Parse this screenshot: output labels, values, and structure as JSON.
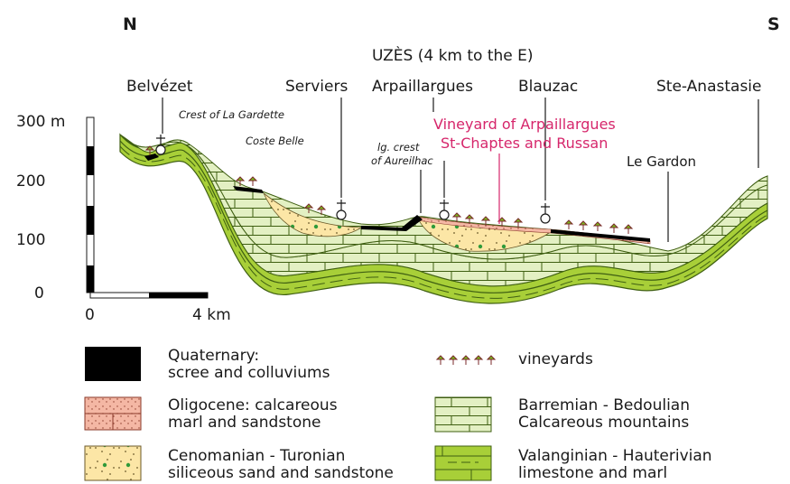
{
  "compass": {
    "north": "N",
    "south": "S"
  },
  "nearby_town": "UZÈS (4 km to the E)",
  "places": {
    "belvezet": "Belvézet",
    "serviers": "Serviers",
    "arpaillargues": "Arpaillargues",
    "blauzac": "Blauzac",
    "ste_anastasie": "Ste-Anastasie"
  },
  "features": {
    "crest_gardette": "Crest of La Gardette",
    "coste_belle": "Coste Belle",
    "aureilhac_line1": "lg. crest",
    "aureilhac_line2": "of Aureilhac",
    "le_gardon": "Le Gardon"
  },
  "highlight": {
    "line1": "Vineyard of Arpaillargues",
    "line2": "St-Chaptes and Russan",
    "color": "#d6266b"
  },
  "altitude_axis": {
    "top": "300 m",
    "t200": "200",
    "t100": "100",
    "t0": "0"
  },
  "distance_scale": {
    "start": "0",
    "end": "4 km"
  },
  "legend": {
    "quaternary": {
      "line1": "Quaternary:",
      "line2": "scree and colluviums",
      "color": "#000000"
    },
    "oligocene": {
      "line1": "Oligocene: calcareous",
      "line2": "marl and sandstone",
      "color": "#f4b7a4"
    },
    "cenomanian": {
      "line1": "Cenomanian - Turonian",
      "line2": "siliceous sand and sandstone",
      "color": "#fce6a6"
    },
    "vineyards": {
      "line1": "vineyards",
      "color": "#7cb51f"
    },
    "barremian": {
      "line1": "Barremian - Bedoulian",
      "line2": "Calcareous mountains",
      "color": "#e3f0c3"
    },
    "valanginian": {
      "line1": "Valanginian - Hauterivian",
      "line2": "limestone and marl",
      "color": "#a8cf38"
    }
  }
}
